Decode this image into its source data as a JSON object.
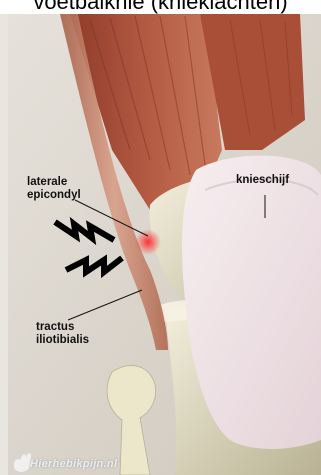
{
  "banner_text": "voetbalknie (knieklachten)",
  "labels": {
    "epicondyl": "laterale\nepicondyl",
    "patella": "knieschijf",
    "tract": "tractus\niliotibialis"
  },
  "watermark": "Hierhebikpijn.nl",
  "colors": {
    "muscle": "#b0553f",
    "bone": "#e8e2c6",
    "patella": "#f2e6ea",
    "inflammation": "#e23b3b",
    "background": "#dcd7cf"
  },
  "icons": [
    "pain-zigzag-icon",
    "hand-logo-icon"
  ]
}
